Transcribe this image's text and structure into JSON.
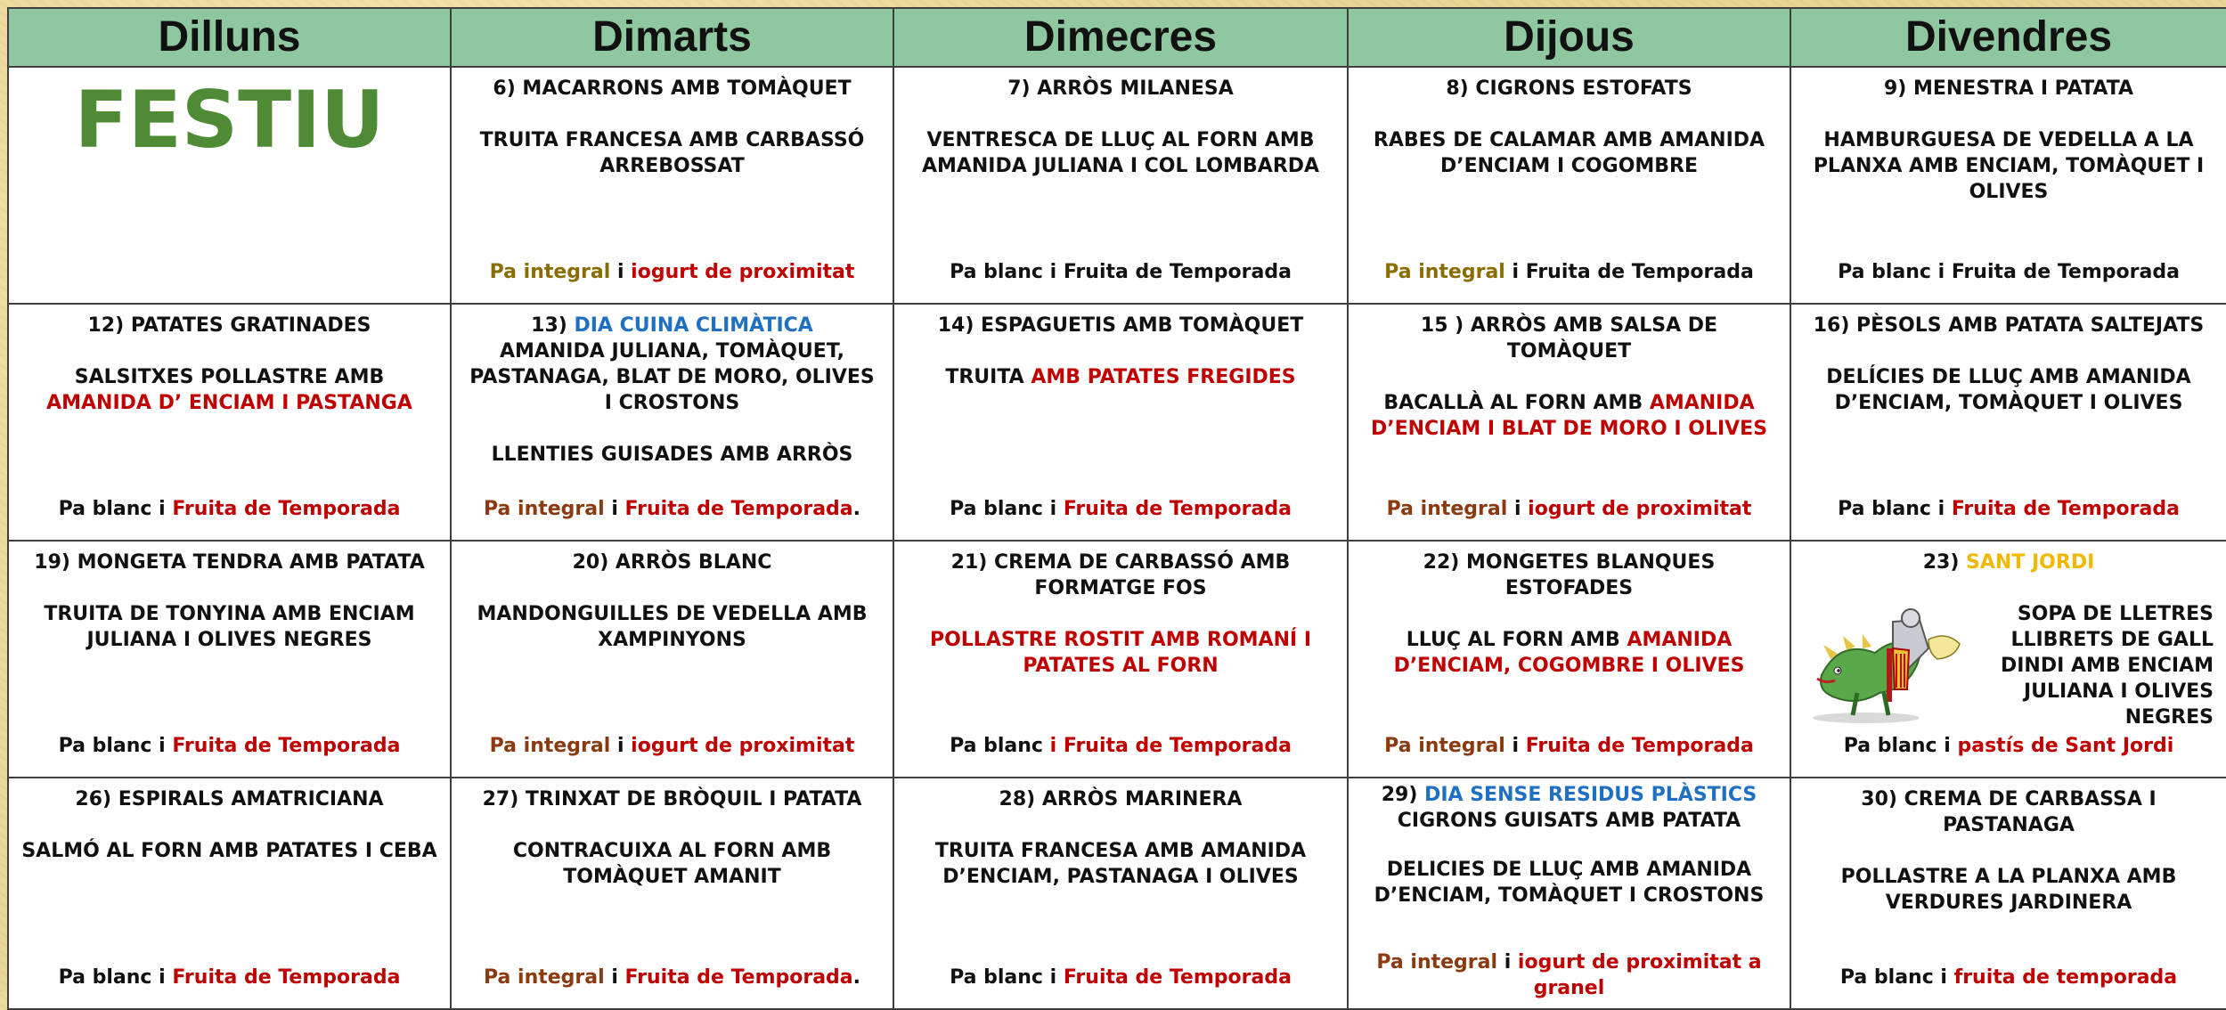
{
  "days": [
    "Dilluns",
    "Dimarts",
    "Dimecres",
    "Dijous",
    "Divendres"
  ],
  "festiu": "FESTIU",
  "week1": {
    "tue": {
      "dish1": "6) MACARRONS AMB TOMÀQUET",
      "dish2": "TRUITA FRANCESA AMB CARBASSÓ ARREBOSSAT",
      "bread": "Pa integral",
      "conj": "i",
      "dessert": "iogurt de proximitat"
    },
    "wed": {
      "dish1": "7) ARRÒS MILANESA",
      "dish2": "VENTRESCA DE LLUÇ AL FORN AMB AMANIDA JULIANA I COL LOMBARDA",
      "bread": "Pa blanc i Fruita de Temporada"
    },
    "thu": {
      "dish1": "8) CIGRONS ESTOFATS",
      "dish2": "RABES DE CALAMAR AMB AMANIDA D’ENCIAM I COGOMBRE",
      "bread": "Pa integral",
      "rest": "i Fruita de Temporada"
    },
    "fri": {
      "dish1": "9) MENESTRA I PATATA",
      "dish2": "HAMBURGUESA DE VEDELLA A LA PLANXA AMB ENCIAM, TOMÀQUET I OLIVES",
      "bread": "Pa blanc i Fruita de Temporada"
    }
  },
  "week2": {
    "mon": {
      "dish1": "12) PATATES GRATINADES",
      "dish2_a": "SALSITXES POLLASTRE AMB",
      "dish2_b": "AMANIDA D’ ENCIAM I PASTANGA",
      "bread": "Pa blanc i",
      "dessert": "Fruita de Temporada"
    },
    "tue": {
      "num": "13)",
      "event": "DIA CUINA CLIMÀTICA",
      "dish1": "AMANIDA JULIANA, TOMÀQUET, PASTANAGA, BLAT DE MORO, OLIVES I CROSTONS",
      "dish2": "LLENTIES GUISADES AMB ARRÒS",
      "bread": "Pa integral",
      "conj": "i",
      "dessert": "Fruita de Temporada",
      "end": "."
    },
    "wed": {
      "dish1": "14) ESPAGUETIS AMB TOMÀQUET",
      "dish2_a": "TRUITA",
      "dish2_b": "AMB PATATES FREGIDES",
      "bread": "Pa blanc i",
      "dessert": "Fruita de Temporada"
    },
    "thu": {
      "dish1": "15 ) ARRÒS AMB SALSA DE TOMÀQUET",
      "dish2_a": "BACALLÀ AL FORN AMB",
      "dish2_b": "AMANIDA D’ENCIAM I BLAT DE MORO I OLIVES",
      "bread": "Pa integral",
      "conj": "i",
      "dessert": "iogurt de proximitat"
    },
    "fri": {
      "dish1": "16)  PÈSOLS AMB PATATA SALTEJATS",
      "dish2": "DELÍCIES DE LLUÇ AMB AMANIDA D’ENCIAM, TOMÀQUET I OLIVES",
      "bread": "Pa blanc i",
      "dessert": "Fruita de Temporada"
    }
  },
  "week3": {
    "mon": {
      "dish1": "19) MONGETA TENDRA AMB PATATA",
      "dish2": "TRUITA DE TONYINA AMB ENCIAM JULIANA I OLIVES NEGRES",
      "bread": "Pa blanc i",
      "dessert": "Fruita de Temporada"
    },
    "tue": {
      "dish1": "20) ARRÒS BLANC",
      "dish2": "MANDONGUILLES DE VEDELLA AMB XAMPINYONS",
      "bread": "Pa integral",
      "conj": "i",
      "dessert": "iogurt de proximitat"
    },
    "wed": {
      "dish1": "21) CREMA DE CARBASSÓ AMB FORMATGE FOS",
      "dish2": "POLLASTRE ROSTIT AMB ROMANÍ I PATATES AL FORN",
      "bread": "Pa blanc",
      "dessert": "i Fruita de Temporada"
    },
    "thu": {
      "dish1": "22) MONGETES BLANQUES ESTOFADES",
      "dish2_a": "LLUÇ AL FORN AMB",
      "dish2_b": "AMANIDA D’ENCIAM, COGOMBRE I OLIVES",
      "bread": "Pa integral",
      "conj": "i",
      "dessert": "Fruita de Temporada"
    },
    "fri": {
      "num": "23)",
      "event": "SANT JORDI",
      "dish2": "SOPA DE LLETRES LLIBRETS DE GALL DINDI AMB ENCIAM JULIANA I OLIVES NEGRES",
      "bread": "Pa blanc i",
      "dessert": "pastís de Sant Jordi"
    }
  },
  "week4": {
    "mon": {
      "dish1": "26) ESPIRALS AMATRICIANA",
      "dish2": "SALMÓ AL FORN AMB PATATES I CEBA",
      "bread": "Pa blanc i",
      "dessert": "Fruita de Temporada"
    },
    "tue": {
      "dish1": "27) TRINXAT DE BRÒQUIL I PATATA",
      "dish2": "CONTRACUIXA AL FORN AMB TOMÀQUET AMANIT",
      "bread": "Pa integral",
      "conj": "i",
      "dessert": "Fruita de Temporada",
      "end": "."
    },
    "wed": {
      "dish1": "28) ARRÒS MARINERA",
      "dish2": "TRUITA FRANCESA AMB AMANIDA D’ENCIAM, PASTANAGA I OLIVES",
      "bread": "Pa blanc i",
      "dessert": "Fruita de Temporada"
    },
    "thu": {
      "num": "29)",
      "event": "DIA SENSE RESIDUS PLÀSTICS",
      "dish1": "CIGRONS GUISATS AMB PATATA",
      "dish2": "DELICIES DE LLUÇ AMB AMANIDA D’ENCIAM, TOMÀQUET I CROSTONS",
      "bread": "Pa integral",
      "conj": "i",
      "dessert": "iogurt de proximitat a granel"
    },
    "fri": {
      "dish1": "30) CREMA DE CARBASSA I PASTANAGA",
      "dish2": "POLLASTRE A LA PLANXA AMB VERDURES JARDINERA",
      "bread": "Pa blanc i",
      "dessert": "fruita de temporada"
    }
  }
}
